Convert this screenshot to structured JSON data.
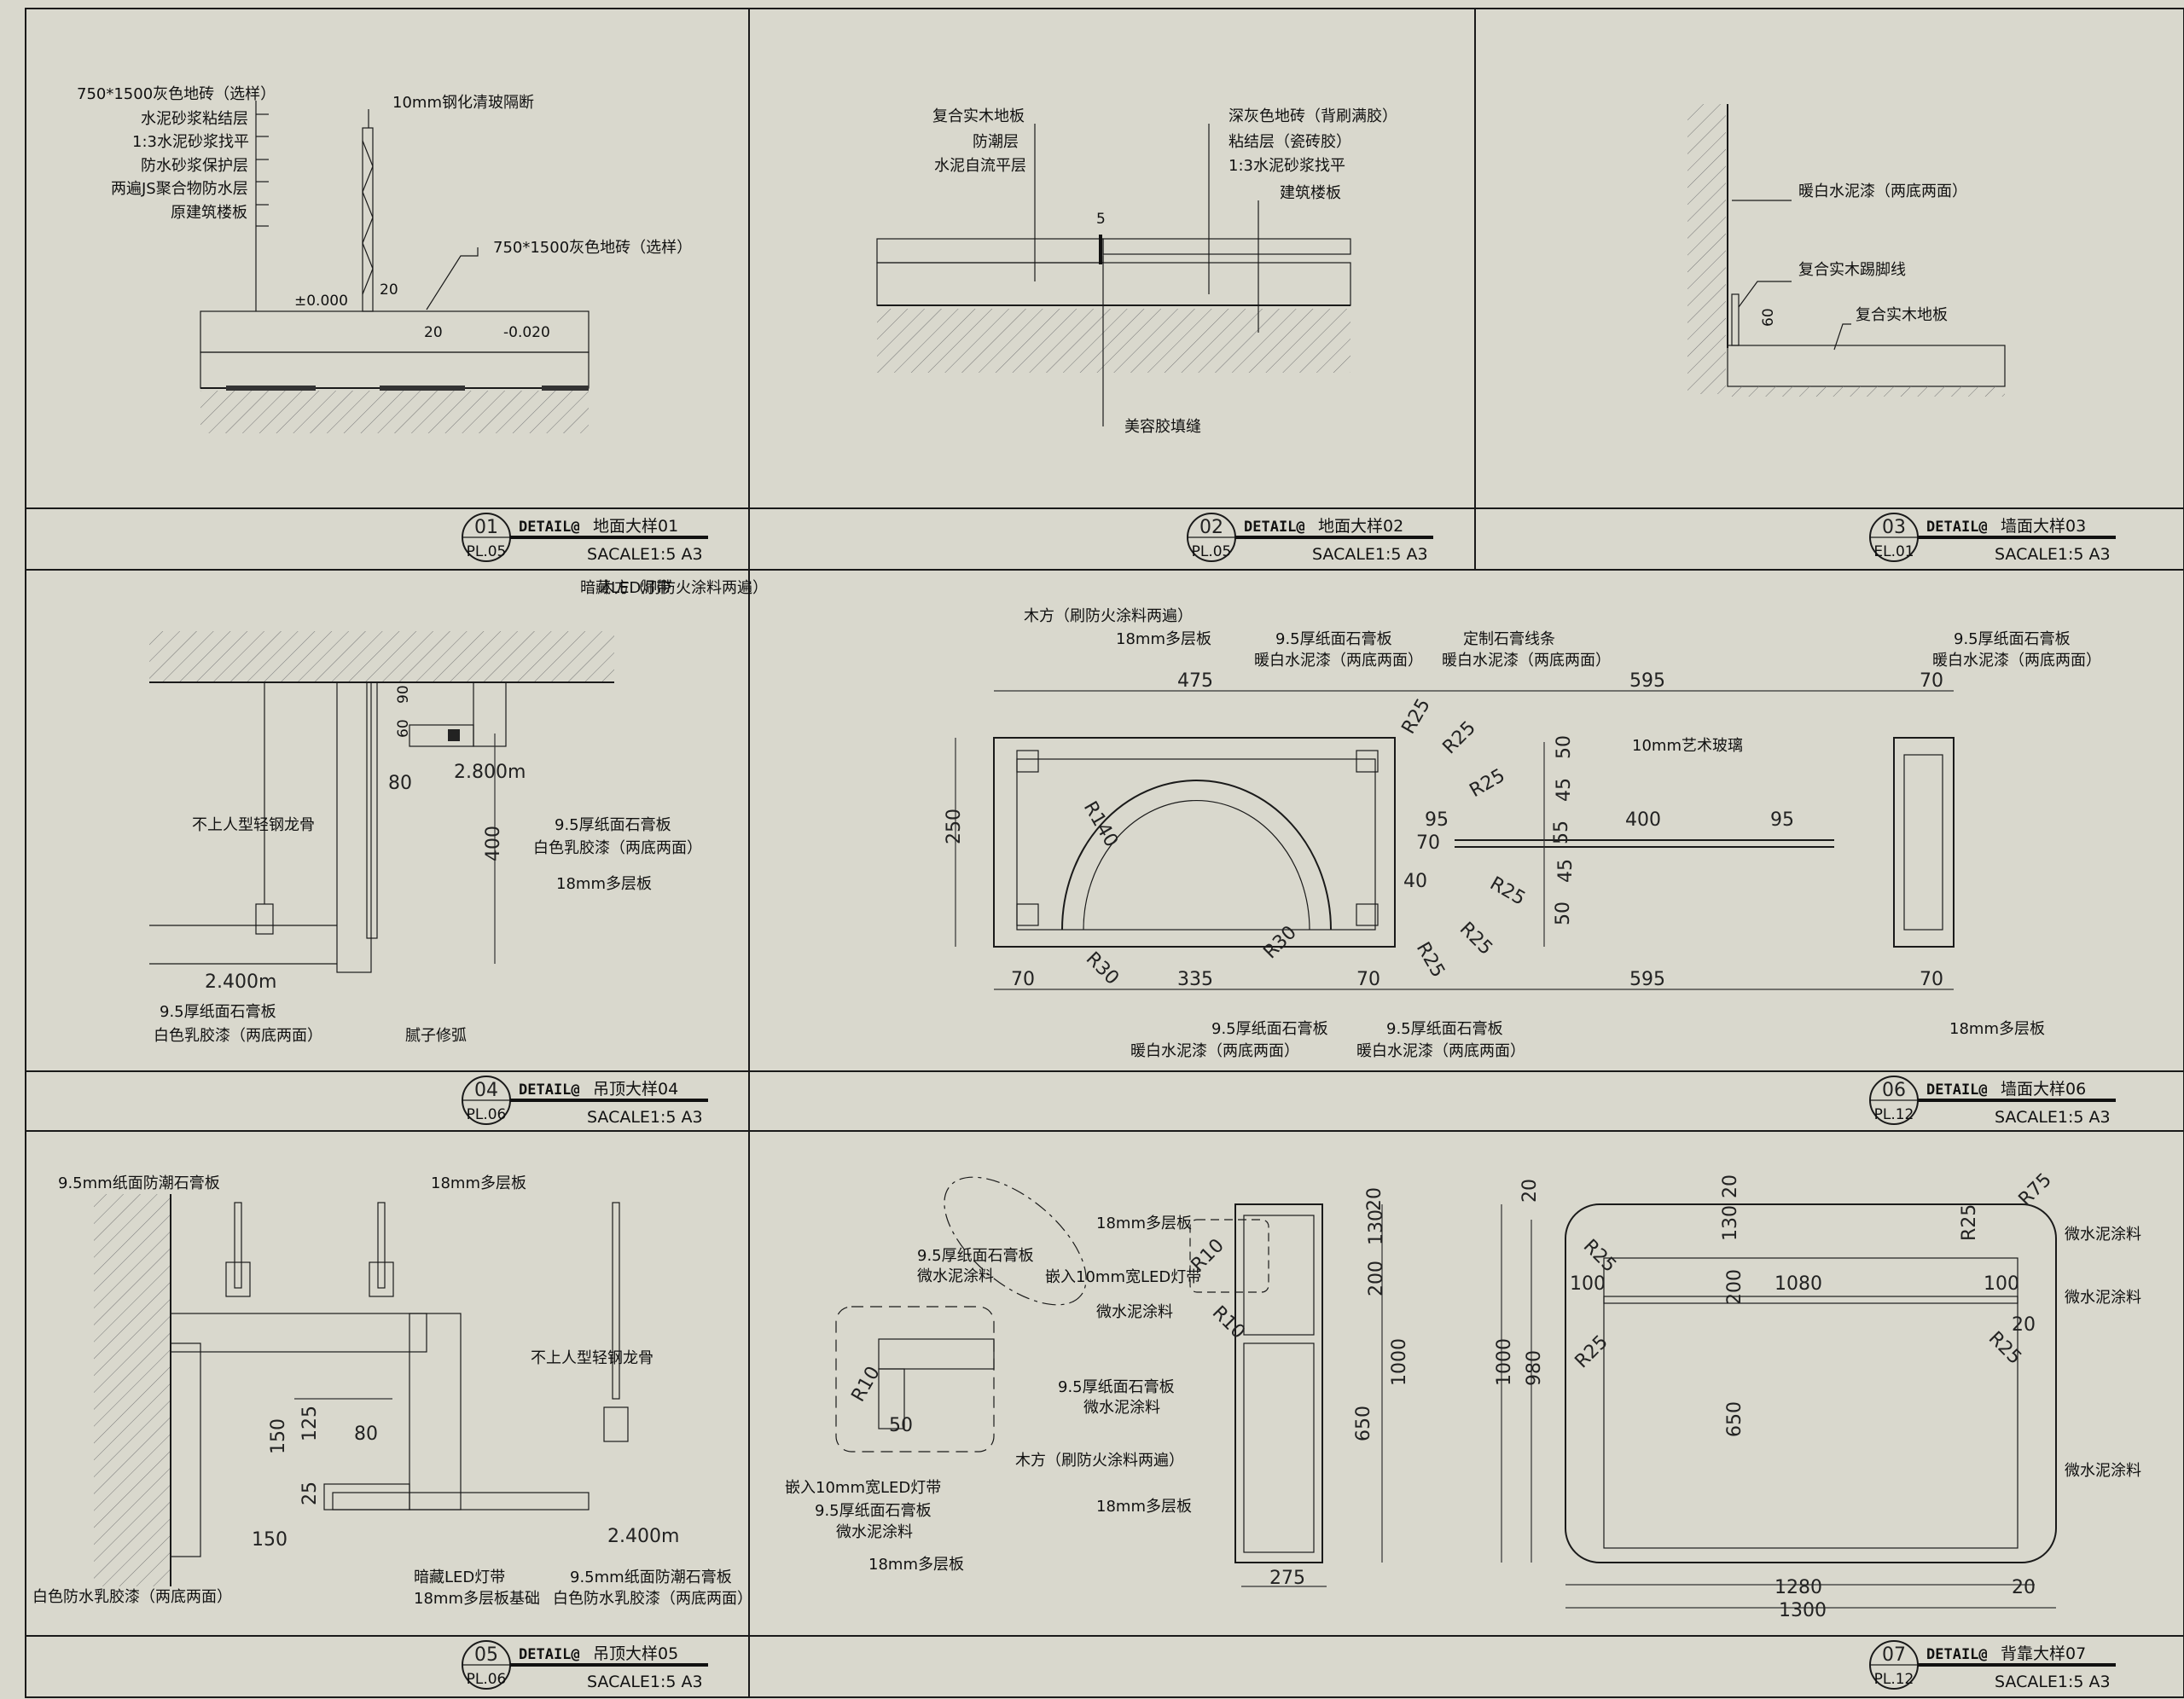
{
  "panels": [
    {
      "id": "01",
      "ref": "PL.05",
      "detail": "DETAIL@",
      "name": "地面大样01",
      "scale": "SACALE1:5  A3"
    },
    {
      "id": "02",
      "ref": "PL.05",
      "detail": "DETAIL@",
      "name": "地面大样02",
      "scale": "SACALE1:5  A3"
    },
    {
      "id": "03",
      "ref": "EL.01",
      "detail": "DETAIL@",
      "name": "墙面大样03",
      "scale": "SACALE1:5  A3"
    },
    {
      "id": "04",
      "ref": "PL.06",
      "detail": "DETAIL@",
      "name": "吊顶大样04",
      "scale": "SACALE1:5  A3"
    },
    {
      "id": "06",
      "ref": "PL.12",
      "detail": "DETAIL@",
      "name": "墙面大样06",
      "scale": "SACALE1:5  A3"
    },
    {
      "id": "05",
      "ref": "PL.06",
      "detail": "DETAIL@",
      "name": "吊顶大样05",
      "scale": "SACALE1:5  A3"
    },
    {
      "id": "07",
      "ref": "PL.12",
      "detail": "DETAIL@",
      "name": "背靠大样07",
      "scale": "SACALE1:5  A3"
    }
  ],
  "d01": {
    "labels": [
      "750*1500灰色地砖（选样）",
      "水泥砂浆粘结层",
      "1:3水泥砂浆找平",
      "防水砂浆保护层",
      "两遍JS聚合物防水层",
      "原建筑楼板"
    ],
    "glass": "10mm钢化清玻隔断",
    "tile": "750*1500灰色地砖（选样）",
    "lev1": "±0.000",
    "lev2": "-0.020",
    "dim1": "20",
    "dim2": "20"
  },
  "d02": {
    "left": [
      "复合实木地板",
      "防潮层",
      "水泥自流平层"
    ],
    "right": [
      "深灰色地砖（背刷满胶）",
      "粘结层（瓷砖胶）",
      "1:3水泥砂浆找平",
      "建筑楼板"
    ],
    "gap": "5",
    "seal": "美容胶填缝"
  },
  "d03": {
    "paint": "暖白水泥漆（两底两面）",
    "skirting": "复合实木踢脚线",
    "floor": "复合实木地板",
    "dim": "60"
  },
  "d04": {
    "led": "暗藏LED灯带",
    "wood": "木方（刷防火涂料两遍）",
    "keel": "不上人型轻钢龙骨",
    "board1": "9.5厚纸面石膏板",
    "paint1": "白色乳胶漆（两底两面）",
    "ply": "18mm多层板",
    "board2": "9.5厚纸面石膏板",
    "paint2": "白色乳胶漆（两底两面）",
    "putty": "腻子修弧",
    "lev1": "2.800m",
    "lev2": "2.400m",
    "dims": [
      "90",
      "60",
      "80",
      "400"
    ]
  },
  "d06": {
    "wood": "木方（刷防火涂料两遍）",
    "ply": "18mm多层板",
    "b1": "9.5厚纸面石膏板",
    "p1": "暖白水泥漆（两底两面）",
    "line": "定制石膏线条",
    "p2": "暖白水泥漆（两底两面）",
    "b3": "9.5厚纸面石膏板",
    "p3": "暖白水泥漆（两底两面）",
    "glass": "10mm艺术玻璃",
    "b4": "9.5厚纸面石膏板",
    "p4": "暖白水泥漆（两底两面）",
    "b5": "9.5厚纸面石膏板",
    "p5": "暖白水泥漆（两底两面）",
    "ply2": "18mm多层板",
    "dims": [
      "475",
      "595",
      "70",
      "250",
      "70",
      "335",
      "70",
      "595",
      "70",
      "400",
      "95",
      "95",
      "70",
      "40",
      "50",
      "45",
      "55",
      "45",
      "50"
    ],
    "radii": [
      "R25",
      "R25",
      "R25",
      "R25",
      "R25",
      "R25",
      "R140",
      "R30",
      "R30"
    ]
  },
  "d05": {
    "board": "9.5mm纸面防潮石膏板",
    "ply": "18mm多层板",
    "keel": "不上人型轻钢龙骨",
    "paint": "白色防水乳胶漆（两底两面）",
    "led": "暗藏LED灯带",
    "base": "18mm多层板基础",
    "board2": "9.5mm纸面防潮石膏板",
    "paint2": "白色防水乳胶漆（两底两面）",
    "lev": "2.400m",
    "dims": [
      "80",
      "150",
      "125",
      "25",
      "150"
    ]
  },
  "d07": {
    "b1": "9.5厚纸面石膏板",
    "mc1": "微水泥涂料",
    "ply1": "18mm多层板",
    "led1": "嵌入10mm宽LED灯带",
    "mc2": "微水泥涂料",
    "b2": "9.5厚纸面石膏板",
    "mc3": "微水泥涂料",
    "wood": "木方（刷防火涂料两遍）",
    "ply2": "18mm多层板",
    "led2": "嵌入10mm宽LED灯带",
    "b3": "9.5厚纸面石膏板",
    "mc4": "微水泥涂料",
    "ply3": "18mm多层板",
    "mcR": [
      "微水泥涂料",
      "微水泥涂料",
      "微水泥涂料"
    ],
    "sdims": [
      "130",
      "20",
      "200",
      "1000",
      "650",
      "275",
      "50",
      "R10",
      "R10",
      "R10"
    ],
    "fdims": [
      "20",
      "130",
      "20",
      "R25",
      "R25",
      "R75",
      "R25",
      "R25",
      "100",
      "1080",
      "100",
      "20",
      "200",
      "650",
      "1000",
      "980",
      "1280",
      "20",
      "1300"
    ]
  }
}
